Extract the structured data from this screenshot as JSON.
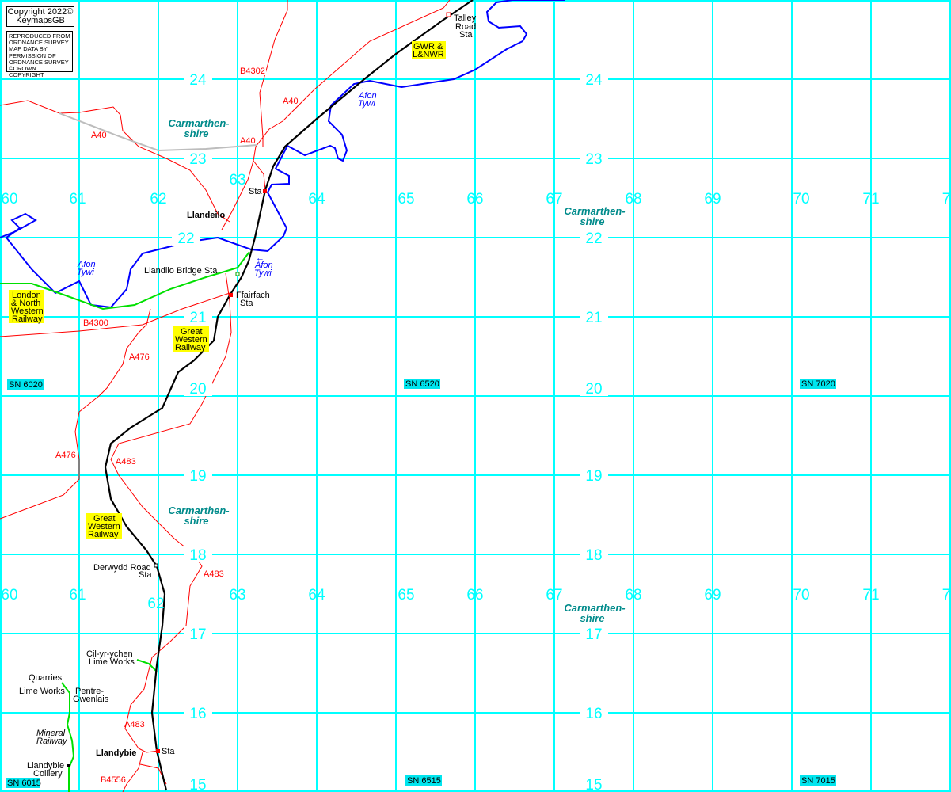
{
  "copyright": {
    "line1": "Copyright 2022©",
    "line2": "KeymapsGB"
  },
  "os_notice": [
    "REPRODUCED FROM",
    "ORDNANCE SURVEY",
    "MAP DATA BY",
    "PERMISSION OF",
    "ORDNANCE SURVEY",
    "©CROWN COPYRIGHT"
  ],
  "grid": {
    "eastings_top": [
      "60",
      "61",
      "62",
      "63",
      "64",
      "65",
      "66",
      "67",
      "68",
      "69",
      "70",
      "71",
      "7"
    ],
    "eastings_bottom": [
      "60",
      "61",
      "62",
      "63",
      "64",
      "65",
      "66",
      "67",
      "68",
      "69",
      "70",
      "71",
      "7"
    ],
    "northings": [
      "24",
      "23",
      "22",
      "21",
      "20",
      "19",
      "18",
      "17",
      "16",
      "15"
    ],
    "squares": [
      "SN 6020",
      "SN 6520",
      "SN 7020",
      "SN 6015",
      "SN 6515",
      "SN 7015"
    ]
  },
  "roads": [
    "B4302",
    "A40",
    "A40",
    "A40",
    "B4300",
    "A476",
    "A476",
    "A483",
    "A483",
    "A483",
    "B4556"
  ],
  "rivers": {
    "name_line1": "Afon",
    "name_line2": "Tywi",
    "arrow": "←"
  },
  "county": {
    "line1": "Carmarthen-",
    "line2": "shire"
  },
  "places": {
    "llandeilo": "Llandeilo",
    "llandybie": "Llandybie",
    "pentre": [
      "Pentre-",
      "Gwenlais"
    ],
    "talley": [
      "Talley",
      "Road",
      "Sta"
    ],
    "sta": "Sta",
    "llandilo_bridge": "Llandilo Bridge Sta",
    "ffairfach": [
      "Ffairfach",
      "Sta"
    ],
    "derwydd": [
      "Derwydd Road",
      "Sta"
    ],
    "cilyrychen": [
      "Cil-yr-ychen",
      "Lime Works"
    ],
    "quarries": "Quarries",
    "lime_works": "Lime Works",
    "mineral": [
      "Mineral",
      "Railway"
    ],
    "colliery": [
      "Llandybie",
      "Colliery"
    ]
  },
  "railways": {
    "gwr_lnwr": [
      "GWR &",
      "L&NWR"
    ],
    "lnwr": [
      "London",
      "& North",
      "Western",
      "Railway"
    ],
    "gwr": [
      "Great",
      "Western",
      "Railway"
    ]
  },
  "colors": {
    "grid": "#00ffff",
    "road": "#ff0000",
    "river": "#0000ff",
    "railway": "#000000",
    "lnwr": "#00e000",
    "label_bg": "#ffff00"
  }
}
